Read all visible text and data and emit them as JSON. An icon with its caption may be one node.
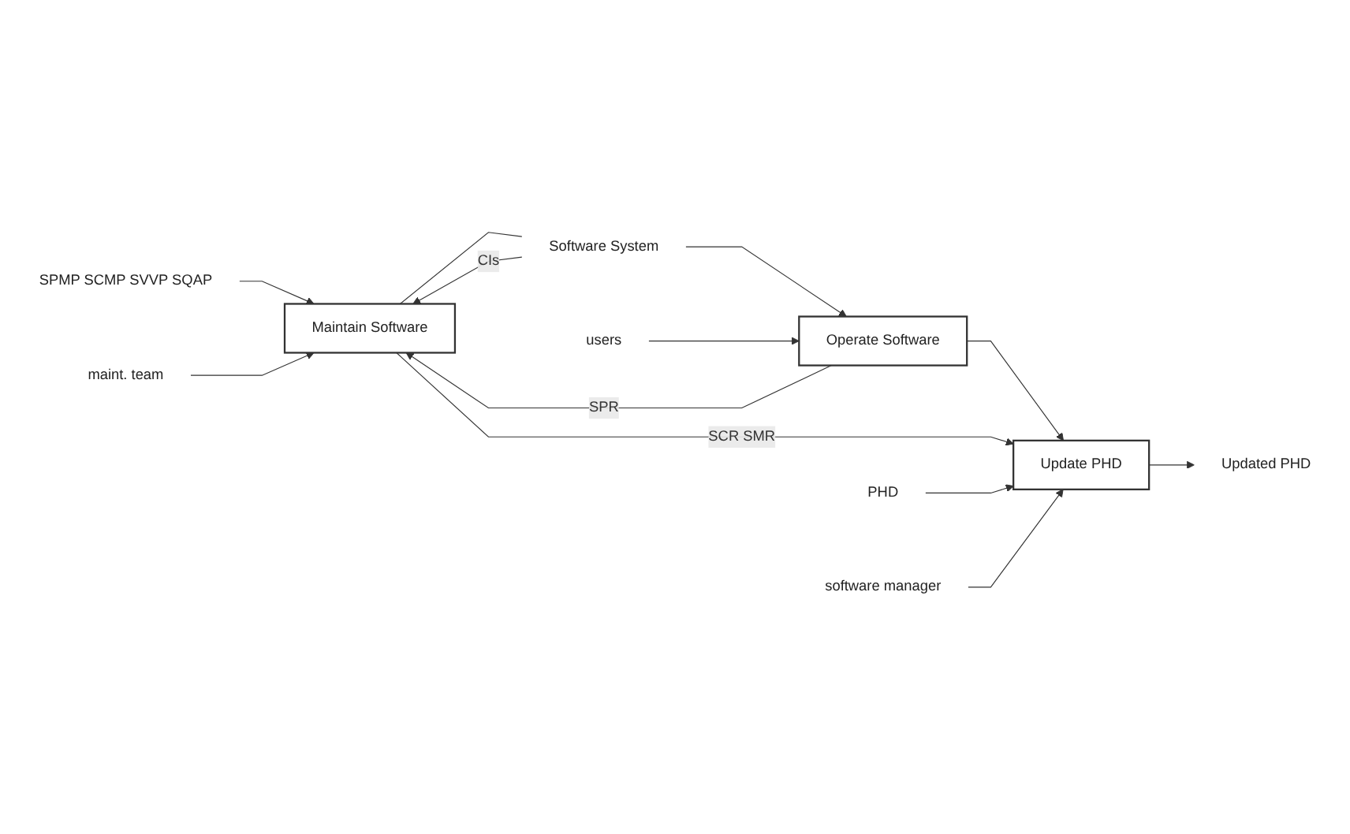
{
  "diagram": {
    "nodes": [
      {
        "text": [
          "SPMP SCMP SVVP SQAP"
        ]
      },
      {
        "text": [
          "Software System"
        ]
      },
      {
        "text": [
          "Operate Software"
        ]
      },
      {
        "text": [
          "users"
        ]
      },
      {
        "text": [
          "Maintain Software"
        ]
      },
      {
        "text": [
          "maint. team"
        ]
      },
      {
        "text": [
          "Update PHD"
        ]
      },
      {
        "text": [
          "PHD"
        ]
      },
      {
        "text": [
          "software manager"
        ]
      },
      {
        "text": [
          "Updated PHD"
        ]
      }
    ],
    "edges": [
      {
        "from": 0,
        "to": 4,
        "arrow": "to"
      },
      {
        "from": 1,
        "to": 2,
        "arrow": "to"
      },
      {
        "from": 1,
        "to": 4,
        "arrow": "to",
        "label": "CIs"
      },
      {
        "from": 2,
        "to": 4,
        "arrow": "to",
        "label": "SPR"
      },
      {
        "from": 2,
        "to": 6,
        "arrow": "to"
      },
      {
        "from": 3,
        "to": 2,
        "arrow": "to"
      },
      {
        "from": 5,
        "to": 4,
        "arrow": "to"
      },
      {
        "from": 4,
        "to": 6,
        "arrow": "to",
        "label": "SCR SMR"
      },
      {
        "from": 4,
        "to": 1,
        "arrow": "none"
      },
      {
        "from": 7,
        "to": 6,
        "arrow": "to"
      },
      {
        "from": 8,
        "to": 6,
        "arrow": "to"
      },
      {
        "from": 6,
        "to": 9,
        "arrow": "to"
      }
    ]
  }
}
